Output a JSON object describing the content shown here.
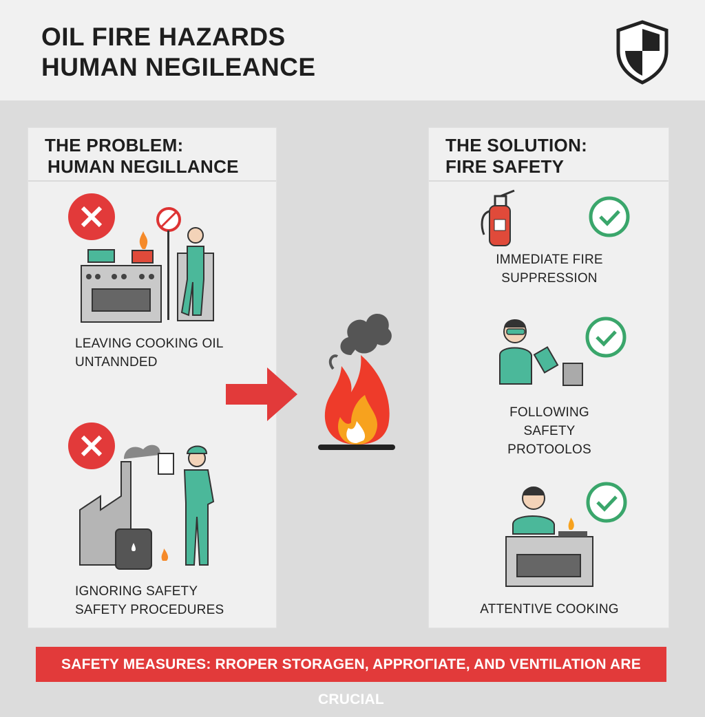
{
  "header": {
    "title_line1": "OIL FIRE HAZARDS",
    "title_line2": "HUMAN NEGILEANCE",
    "logo_icon": "shield-icon"
  },
  "problem": {
    "title_line1": "THE PROBLEM:",
    "title_line2": "HUMAN NEGILLANCE",
    "items": [
      {
        "line1": "LEAVING COOKING OIL",
        "line2": "UNTANNDED",
        "icon": "x-circle-icon"
      },
      {
        "line1": "IGNORING SAFETY",
        "line2": "SAFETY PROCEDURES",
        "icon": "x-circle-icon"
      }
    ]
  },
  "solution": {
    "title_line1": "THE SOLUTION:",
    "title_line2": "FIRE SAFETY",
    "items": [
      {
        "line1": "IMMEDIATE FIRE",
        "line2": "SUPPRESSION",
        "icon": "check-circle-icon"
      },
      {
        "line1": "FOLLOWING",
        "line2": "SAFETY",
        "line3": "PROTOOLOS",
        "icon": "check-circle-icon"
      },
      {
        "line1": "ATTENTIVE COOKING",
        "icon": "check-circle-icon"
      }
    ]
  },
  "banner": {
    "text": "SAFETY MEASURES: RROPER STORAGEN, APPROΓIATE, AND VENTILATION ARE CRUCIAL"
  },
  "colors": {
    "red": "#e23a3a",
    "green": "#3aa66b",
    "teal": "#4bb89a",
    "panel": "#f0f0f0",
    "background": "#dcdcdc"
  }
}
